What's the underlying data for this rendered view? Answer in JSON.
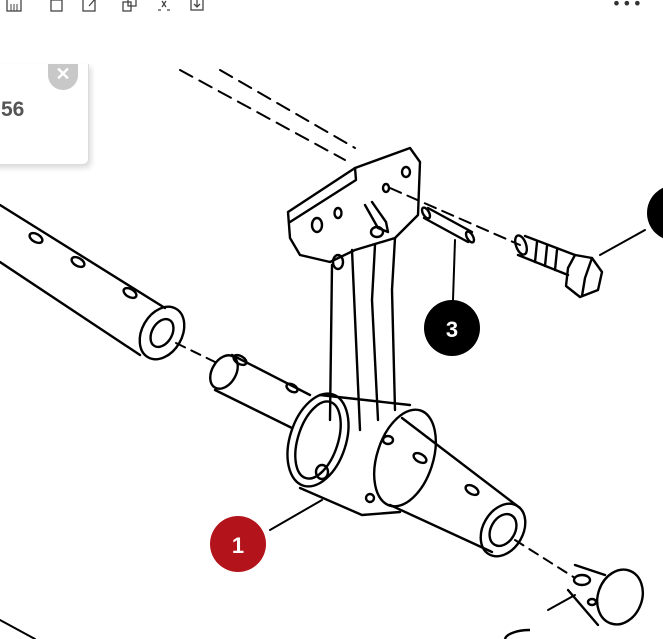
{
  "toolbar": {
    "icons": [
      "grid-icon",
      "copy-icon",
      "edit-icon",
      "duplicate-icon",
      "formula-icon",
      "download-icon"
    ],
    "more_label": "•••"
  },
  "popup": {
    "value": "56",
    "close_label": "✕"
  },
  "callouts": [
    {
      "label": "1",
      "color": "#b3131b"
    },
    {
      "label": "3",
      "color": "#000000"
    }
  ],
  "colors": {
    "line": "#000000",
    "callout_red": "#b3131b",
    "popup_close": "#c8c8c8"
  }
}
